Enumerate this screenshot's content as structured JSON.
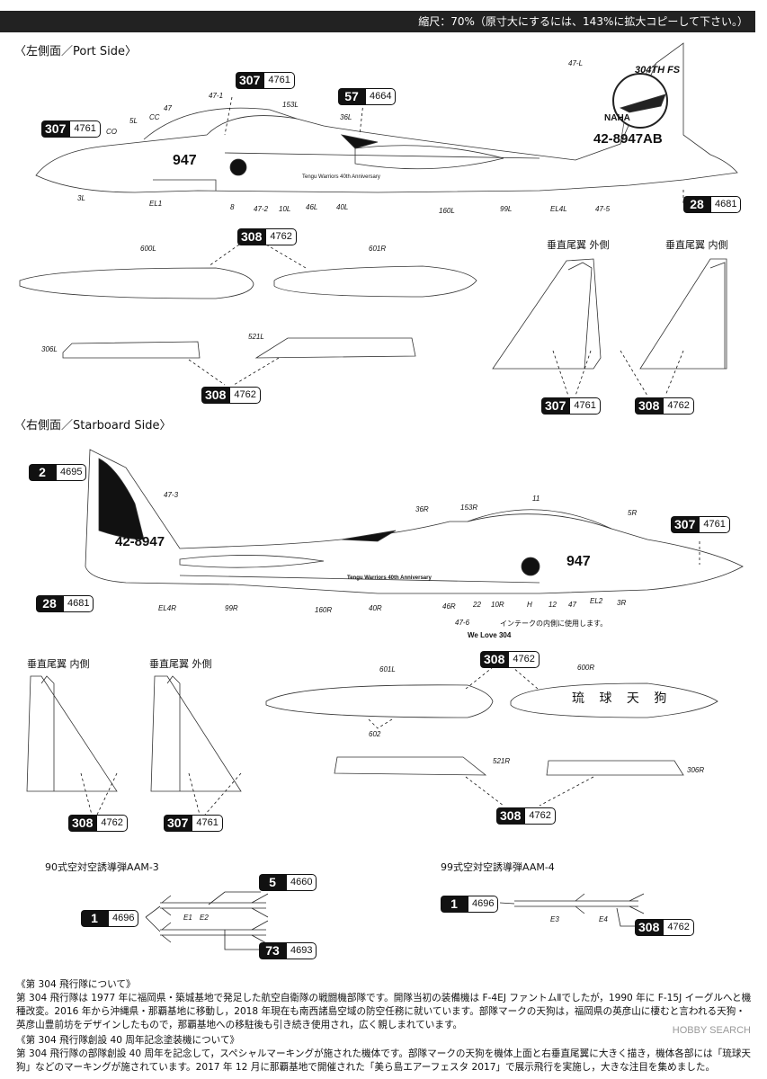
{
  "header": {
    "scale_note": "縮尺：70%（原寸大にするには、143%に拡大コピーして下さい。）"
  },
  "port": {
    "title": "〈左側面／Port Side〉",
    "tail_code": "42-8947AB",
    "tail_unit": "304TH FS",
    "tail_base": "NAHA",
    "nose_number": "947",
    "fuselage_text": "Tengu Warriors 40th Anniversary",
    "badges": [
      {
        "n": "307",
        "c": "4761"
      },
      {
        "n": "57",
        "c": "4664"
      },
      {
        "n": "307",
        "c": "4761"
      },
      {
        "n": "28",
        "c": "4681"
      },
      {
        "n": "308",
        "c": "4762"
      },
      {
        "n": "308",
        "c": "4762"
      },
      {
        "n": "307",
        "c": "4761"
      },
      {
        "n": "308",
        "c": "4762"
      }
    ],
    "labels": [
      "47-L",
      "47-1",
      "47",
      "153L",
      "36L",
      "5L",
      "CC",
      "CO",
      "3L",
      "EL1",
      "8",
      "47-2",
      "10L",
      "46L",
      "40L",
      "160L",
      "99L",
      "EL4L",
      "47-5",
      "600L",
      "601R",
      "306L",
      "521L"
    ],
    "fin_outer": "垂直尾翼 外側",
    "fin_inner": "垂直尾翼 内側"
  },
  "starboard": {
    "title": "〈右側面／Starboard Side〉",
    "tail_code": "42-8947",
    "nose_number": "947",
    "fuselage_text": "Tengu Warriors 40th Anniversary",
    "badges": [
      {
        "n": "2",
        "c": "4695"
      },
      {
        "n": "307",
        "c": "4761"
      },
      {
        "n": "28",
        "c": "4681"
      },
      {
        "n": "308",
        "c": "4762"
      },
      {
        "n": "308",
        "c": "4762"
      },
      {
        "n": "307",
        "c": "4761"
      },
      {
        "n": "308",
        "c": "4762"
      }
    ],
    "labels": [
      "47-3",
      "36R",
      "153R",
      "11",
      "5R",
      "EL4R",
      "99R",
      "160R",
      "40R",
      "46R",
      "22",
      "10R",
      "H",
      "12",
      "47",
      "EL2",
      "3R",
      "47-6",
      "601L",
      "600R",
      "602",
      "521R",
      "306R"
    ],
    "intake_note": "インテークの内側に使用します。",
    "intake_text": "We Love 304",
    "fin_inner": "垂直尾翼 内側",
    "fin_outer": "垂直尾翼 外側",
    "tank_kanji": "琉 球 天 狗"
  },
  "missiles": {
    "aam3_title": "90式空対空誘導弾AAM-3",
    "aam4_title": "99式空対空誘導弾AAM-4",
    "aam3_badges": [
      {
        "n": "5",
        "c": "4660"
      },
      {
        "n": "1",
        "c": "4696"
      },
      {
        "n": "73",
        "c": "4693"
      }
    ],
    "aam4_badges": [
      {
        "n": "1",
        "c": "4696"
      },
      {
        "n": "308",
        "c": "4762"
      }
    ],
    "labels": [
      "E1",
      "E2",
      "E3",
      "E4"
    ]
  },
  "notes": {
    "h1": "《第 304 飛行隊について》",
    "p1": "第 304 飛行隊は 1977 年に福岡県・築城基地で発足した航空自衛隊の戦闘機部隊です。開隊当初の装備機は F-4EJ ファントムⅡでしたが，1990 年に F-15J イーグルへと機種改変。2016 年から沖縄県・那覇基地に移動し，2018 年現在も南西諸島空域の防空任務に就いています。部隊マークの天狗は，福岡県の英彦山に棲むと言われる天狗・英彦山豊前坊をデザインしたもので，那覇基地への移駐後も引き続き使用され，広く親しまれています。",
    "h2": "《第 304 飛行隊創設 40 周年記念塗装機について》",
    "p2": "第 304 飛行隊の部隊創設 40 周年を記念して，スペシャルマーキングが施された機体です。部隊マークの天狗を機体上面と右垂直尾翼に大きく描き，機体各部には「琉球天狗」などのマーキングが施されています。2017 年 12 月に那覇基地で開催された「美ら島エアーフェスタ 2017」で展示飛行を実施し，大きな注目を集めました。"
  },
  "watermark": "HOBBY SEARCH"
}
